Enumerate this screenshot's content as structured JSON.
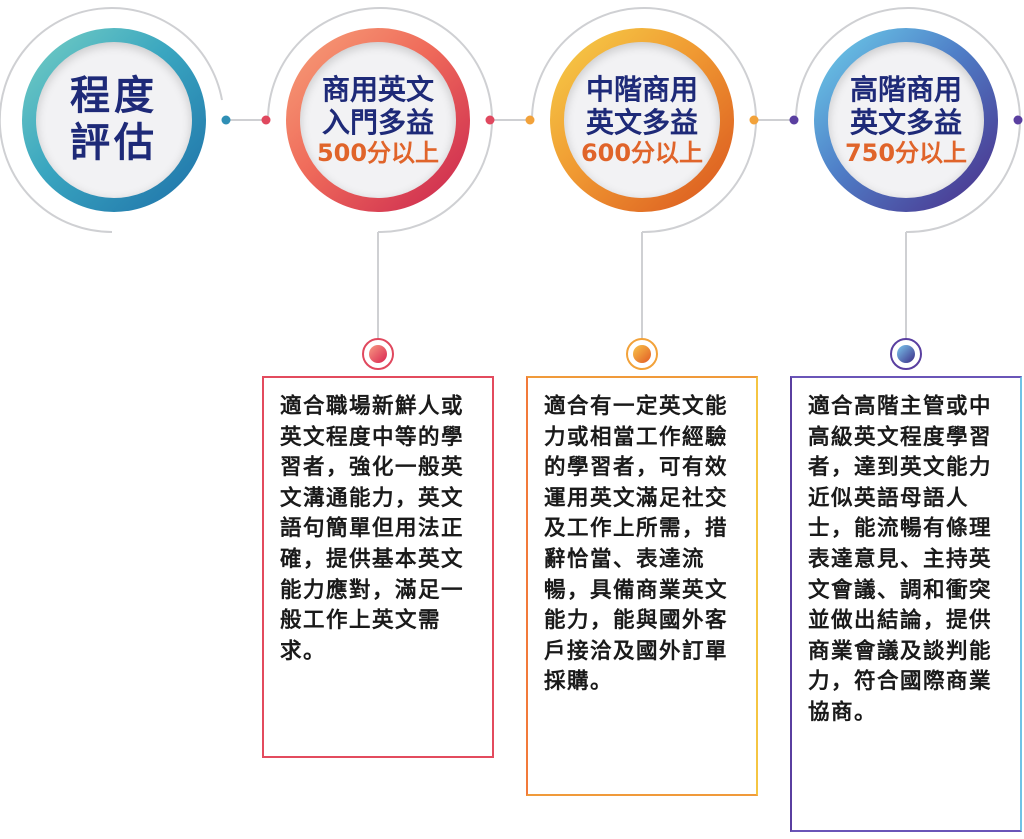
{
  "steps": [
    {
      "line1": "程度",
      "line2": "評估",
      "level": ""
    },
    {
      "line1": "商用英文",
      "line2": "入門多益",
      "level": "500分以上"
    },
    {
      "line1": "中階商用",
      "line2": "英文多益",
      "level": "600分以上"
    },
    {
      "line1": "高階商用",
      "line2": "英文多益",
      "level": "750分以上"
    }
  ],
  "descriptions": [
    "適合職場新鮮人或英文程度中等的學習者，強化一般英文溝通能力，英文語句簡單但用法正確，提供基本英文能力應對，滿足一般工作上英文需求。",
    "適合有一定英文能力或相當工作經驗的學習者，可有效運用英文滿足社交及工作上所需，措辭恰當、表達流暢，具備商業英文能力，能與國外客戶接洽及國外訂單採購。",
    "適合高階主管或中高級英文程度學習者，達到英文能力近似英語母語人士，能流暢有條理表達意見、主持英文會議、調和衝突並做出結論，提供商業會議及談判能力，符合國際商業協商。"
  ],
  "colors": {
    "step1": [
      "#78d0c4",
      "#1d6fa8"
    ],
    "step2": [
      "#f7a27a",
      "#c9234f"
    ],
    "step3": [
      "#f6d24a",
      "#d9531e"
    ],
    "step4": [
      "#6fd3ec",
      "#4a2a86"
    ],
    "title_text": "#1e2a78",
    "level_text": "#e0642a",
    "box1_border": "#e34b5e",
    "box2_border": "#f09a3a",
    "box3_border": "#6a55b8"
  }
}
